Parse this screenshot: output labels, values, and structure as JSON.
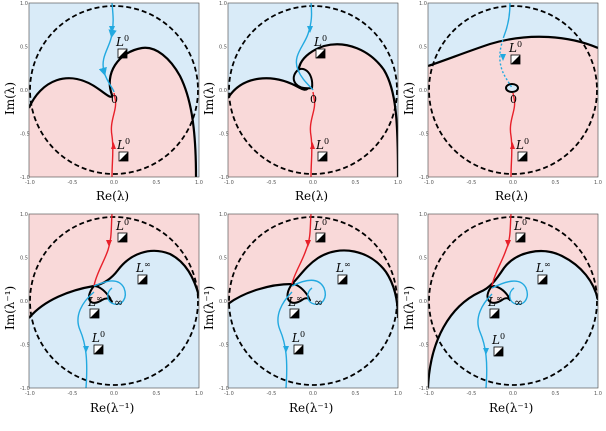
{
  "colors": {
    "blue_region": "#d9ebf8",
    "pink_region": "#f9d9d9",
    "blue_curve": "#22a9e0",
    "red_curve": "#e8202a",
    "boundary": "#000000"
  },
  "axes": {
    "top": {
      "xlabel": "Re(λ)",
      "ylabel": "Im(λ)"
    },
    "bottom": {
      "xlabel": "Re(λ⁻¹)",
      "ylabel": "Im(λ⁻¹)"
    },
    "x_ticks": [
      "-1.0",
      "-0.5",
      "0.0",
      "0.5",
      "1.0"
    ],
    "y_ticks": [
      "1.0",
      "0.5",
      "0.0",
      "-0.5",
      "-1.0"
    ]
  },
  "labels": {
    "L": "L",
    "zero_sup": "0",
    "inf_sup": "∞",
    "origin": "0",
    "infinity": "∞"
  },
  "panels": [
    {
      "id": "top-left"
    },
    {
      "id": "top-middle"
    },
    {
      "id": "top-right"
    },
    {
      "id": "bottom-left"
    },
    {
      "id": "bottom-middle"
    },
    {
      "id": "bottom-right"
    }
  ]
}
